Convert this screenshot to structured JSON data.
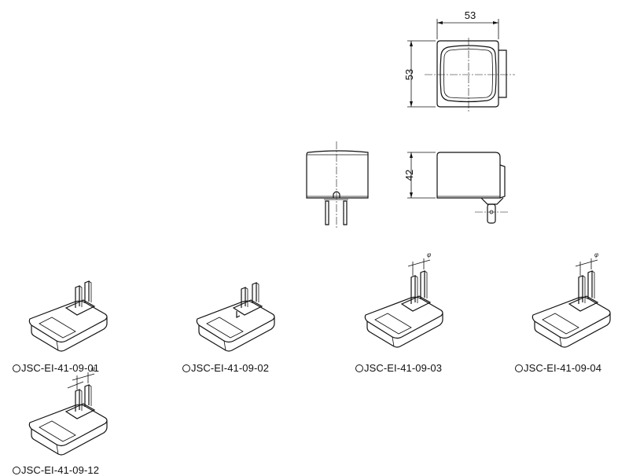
{
  "dimensions": {
    "width": "53",
    "height": "53",
    "depth": "42"
  },
  "pin_spacing_symbol": "φ",
  "models": [
    {
      "label": "JSC-EI-41-09-01"
    },
    {
      "label": "JSC-EI-41-09-02"
    },
    {
      "label": "JSC-EI-41-09-03"
    },
    {
      "label": "JSC-EI-41-09-04"
    },
    {
      "label": "JSC-EI-41-09-12"
    }
  ]
}
